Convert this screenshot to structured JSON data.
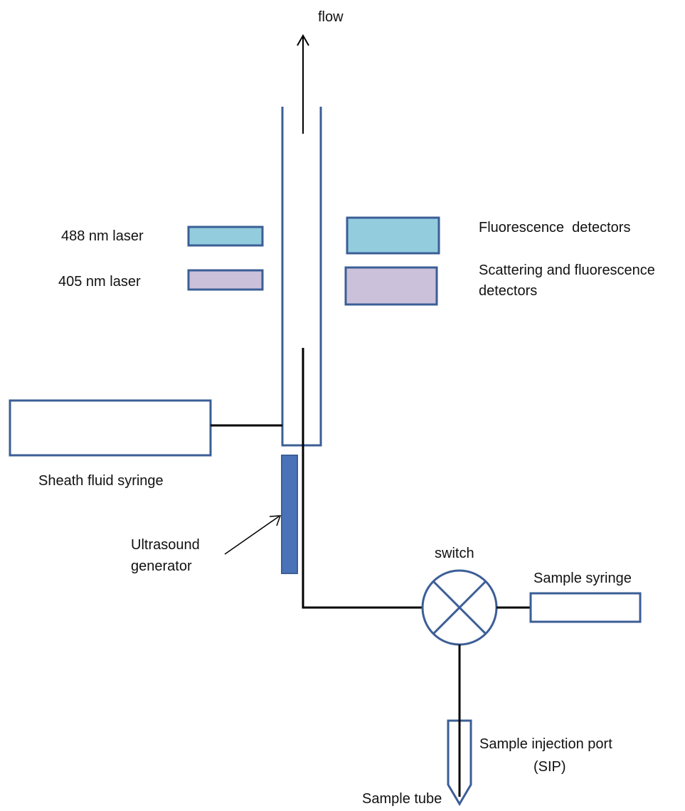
{
  "labels": {
    "flow": "flow",
    "laser_488": "488 nm laser",
    "laser_405": "405 nm laser",
    "fluorescence_detectors": "Fluorescence  detectors",
    "scattering_line1": "Scattering and fluorescence",
    "scattering_line2": "detectors",
    "sheath_fluid_syringe": "Sheath fluid syringe",
    "ultrasound_line1": "Ultrasound",
    "ultrasound_line2": "generator",
    "switch": "switch",
    "sample_syringe": "Sample syringe",
    "sip_line1": "Sample injection port",
    "sip_line2": "(SIP)",
    "sample_tube": "Sample tube"
  },
  "colors": {
    "outline": "#3b5e96",
    "laser_488_fill": "#93cddd",
    "laser_405_fill": "#ccc1da",
    "ultrasound_fill": "#4a72b8",
    "line": "#000000"
  }
}
